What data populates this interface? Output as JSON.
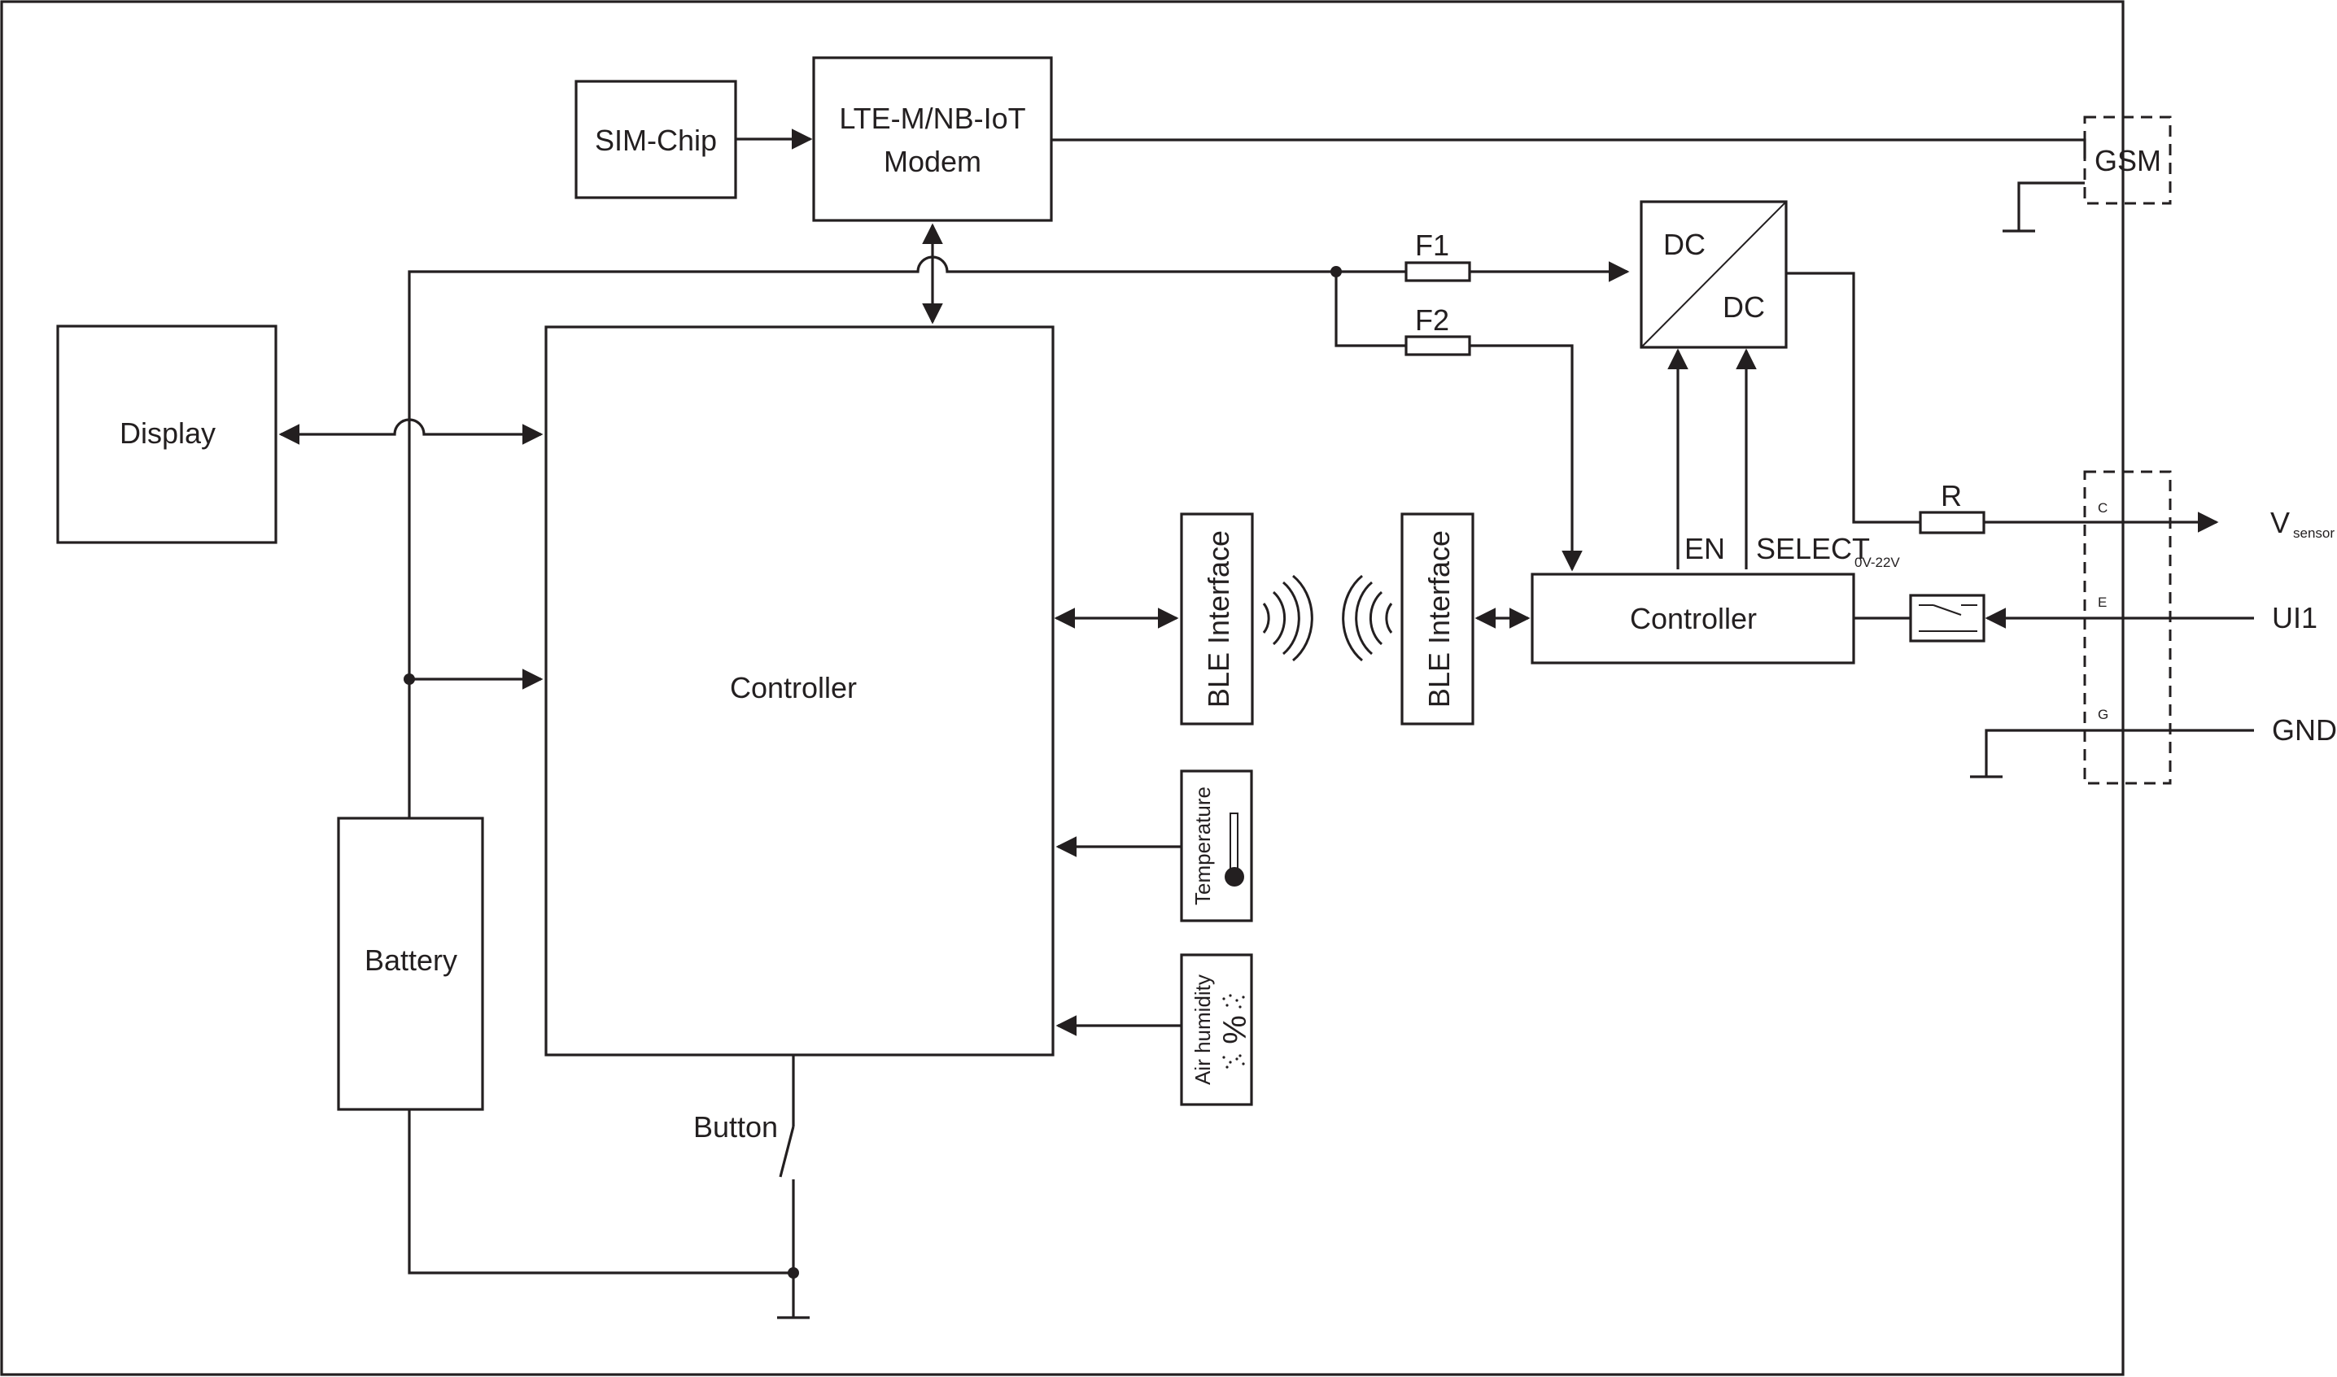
{
  "blocks": {
    "sim_chip": "SIM-Chip",
    "modem_line1": "LTE-M/NB-IoT",
    "modem_line2": "Modem",
    "display": "Display",
    "main_controller": "Controller",
    "battery": "Battery",
    "button": "Button",
    "ble_interface_left": "BLE Interface",
    "ble_interface_right": "BLE Interface",
    "temperature": "Temperature",
    "air_humidity": "Air humidity",
    "humidity_symbol": "%",
    "dc_in": "DC",
    "dc_out": "DC",
    "sub_controller": "Controller"
  },
  "labels": {
    "fuse1": "F1",
    "fuse2": "F2",
    "resistor": "R",
    "enable": "EN",
    "select": "SELECT",
    "select_range": "0V-22V",
    "gsm": "GSM"
  },
  "terminals": {
    "pin_c": "C",
    "pin_e": "E",
    "pin_g": "G",
    "vsensor": "V",
    "vsensor_sub": "sensor",
    "ui1": "UI1",
    "gnd": "GND"
  }
}
